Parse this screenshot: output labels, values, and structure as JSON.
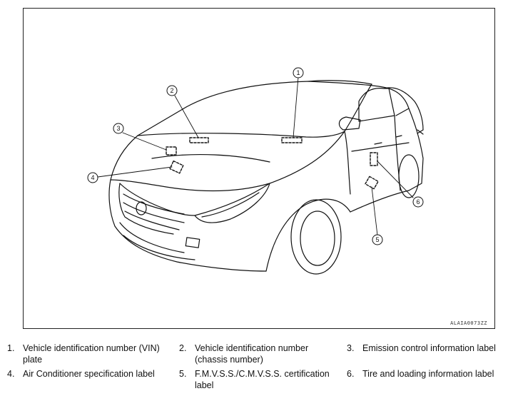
{
  "figure": {
    "code": "ALAIA0073ZZ",
    "callouts": [
      "1",
      "2",
      "3",
      "4",
      "5",
      "6"
    ]
  },
  "legend": [
    {
      "num": "1.",
      "text": "Vehicle identification number (VIN) plate"
    },
    {
      "num": "2.",
      "text": "Vehicle identification number (chassis number)"
    },
    {
      "num": "3.",
      "text": "Emission control information label"
    },
    {
      "num": "4.",
      "text": "Air Conditioner specification label"
    },
    {
      "num": "5.",
      "text": "F.M.V.S.S./C.M.V.S.S. certification label"
    },
    {
      "num": "6.",
      "text": "Tire and loading information label"
    }
  ]
}
